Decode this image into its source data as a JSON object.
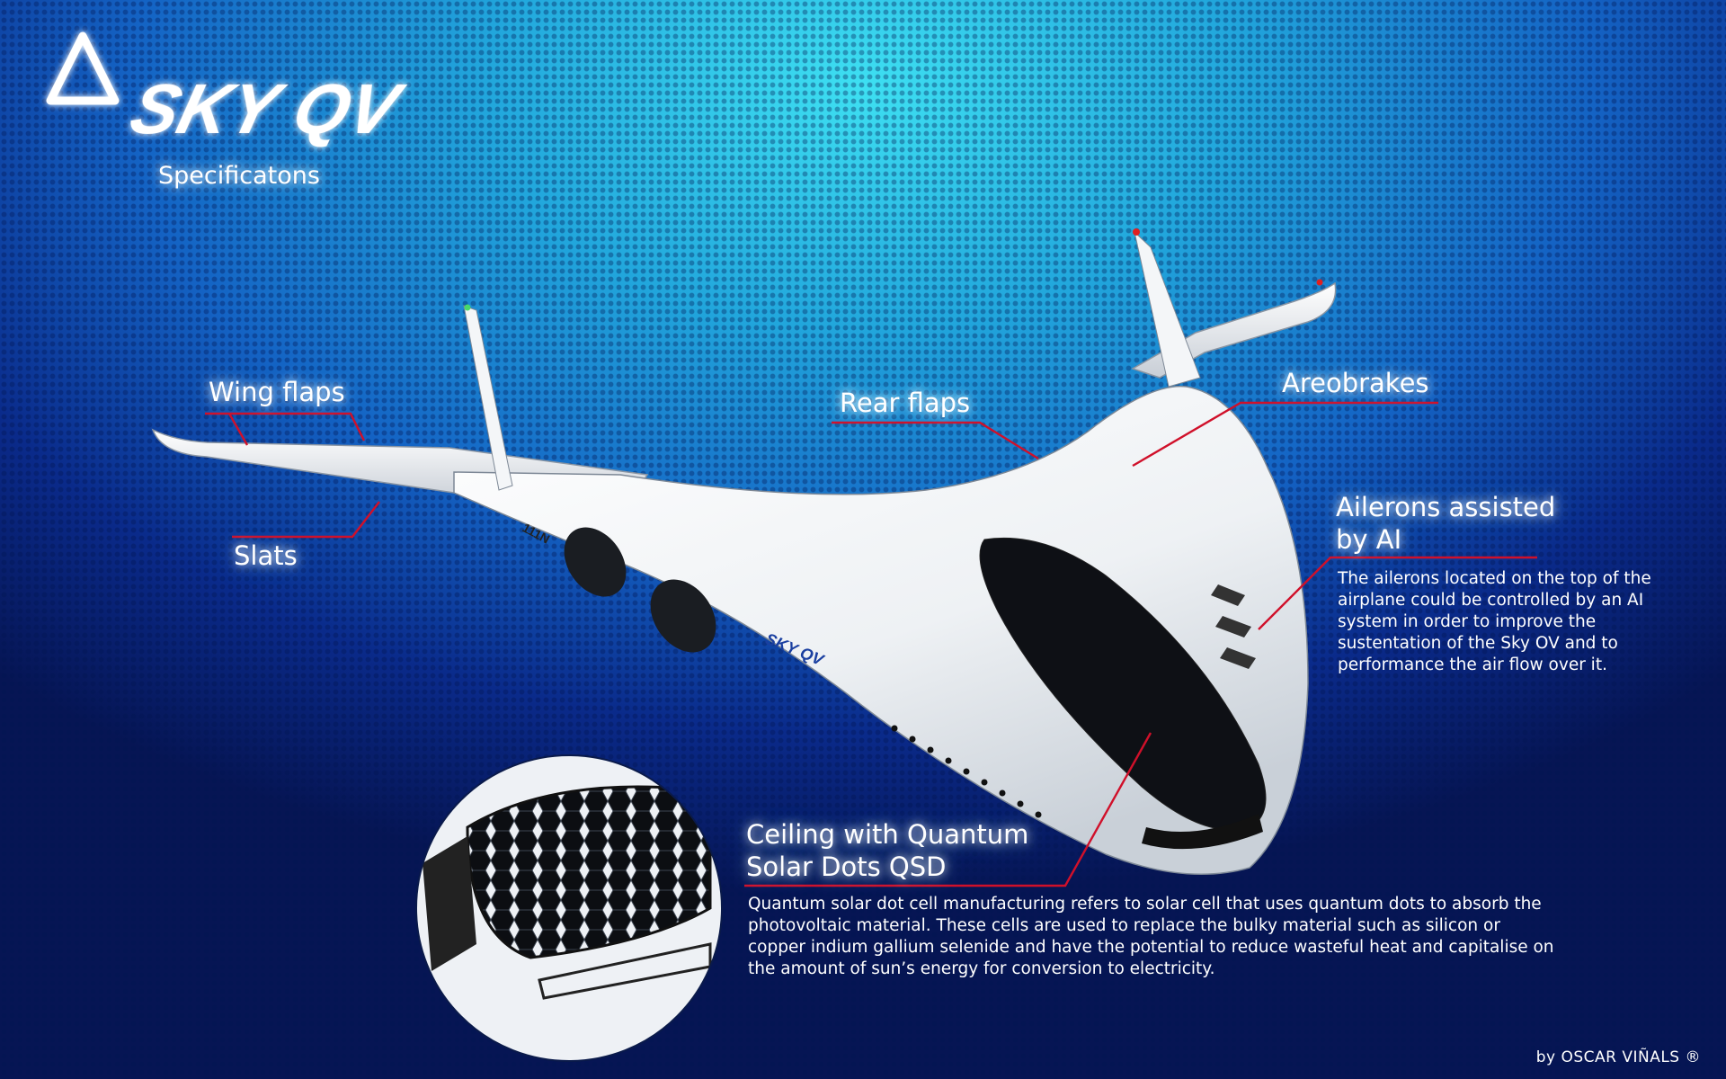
{
  "brand": {
    "logo_text": "SKY QV",
    "subtitle": "Specificatons"
  },
  "labels": {
    "wing_flaps": "Wing flaps",
    "slats": "Slats",
    "rear_flaps": "Rear flaps",
    "areobrakes": "Areobrakes",
    "ailerons_line1": "Ailerons assisted",
    "ailerons_line2": "by AI",
    "ceiling_line1": "Ceiling with Quantum",
    "ceiling_line2": "Solar Dots QSD"
  },
  "descriptions": {
    "ailerons": "The ailerons located on the top of the airplane could be controlled by an AI system in order to improve the sustentation of the Sky OV and to performance the air flow over it.",
    "ceiling": "Quantum solar dot cell manufacturing refers to solar cell that uses quantum dots to absorb the photovoltaic material. These cells are used to replace the bulky material such as silicon or copper indium gallium selenide and have the potential to reduce wasteful heat and capitalise on the amount of sun’s energy for conversion to electricity."
  },
  "aircraft": {
    "registration": "111N",
    "livery_text": "SKY QV"
  },
  "credit": "by  OSCAR  VIÑALS ®",
  "colors": {
    "leader_line": "#d0102a",
    "background_top": "#3ee0f2",
    "background_bottom": "#061554"
  }
}
